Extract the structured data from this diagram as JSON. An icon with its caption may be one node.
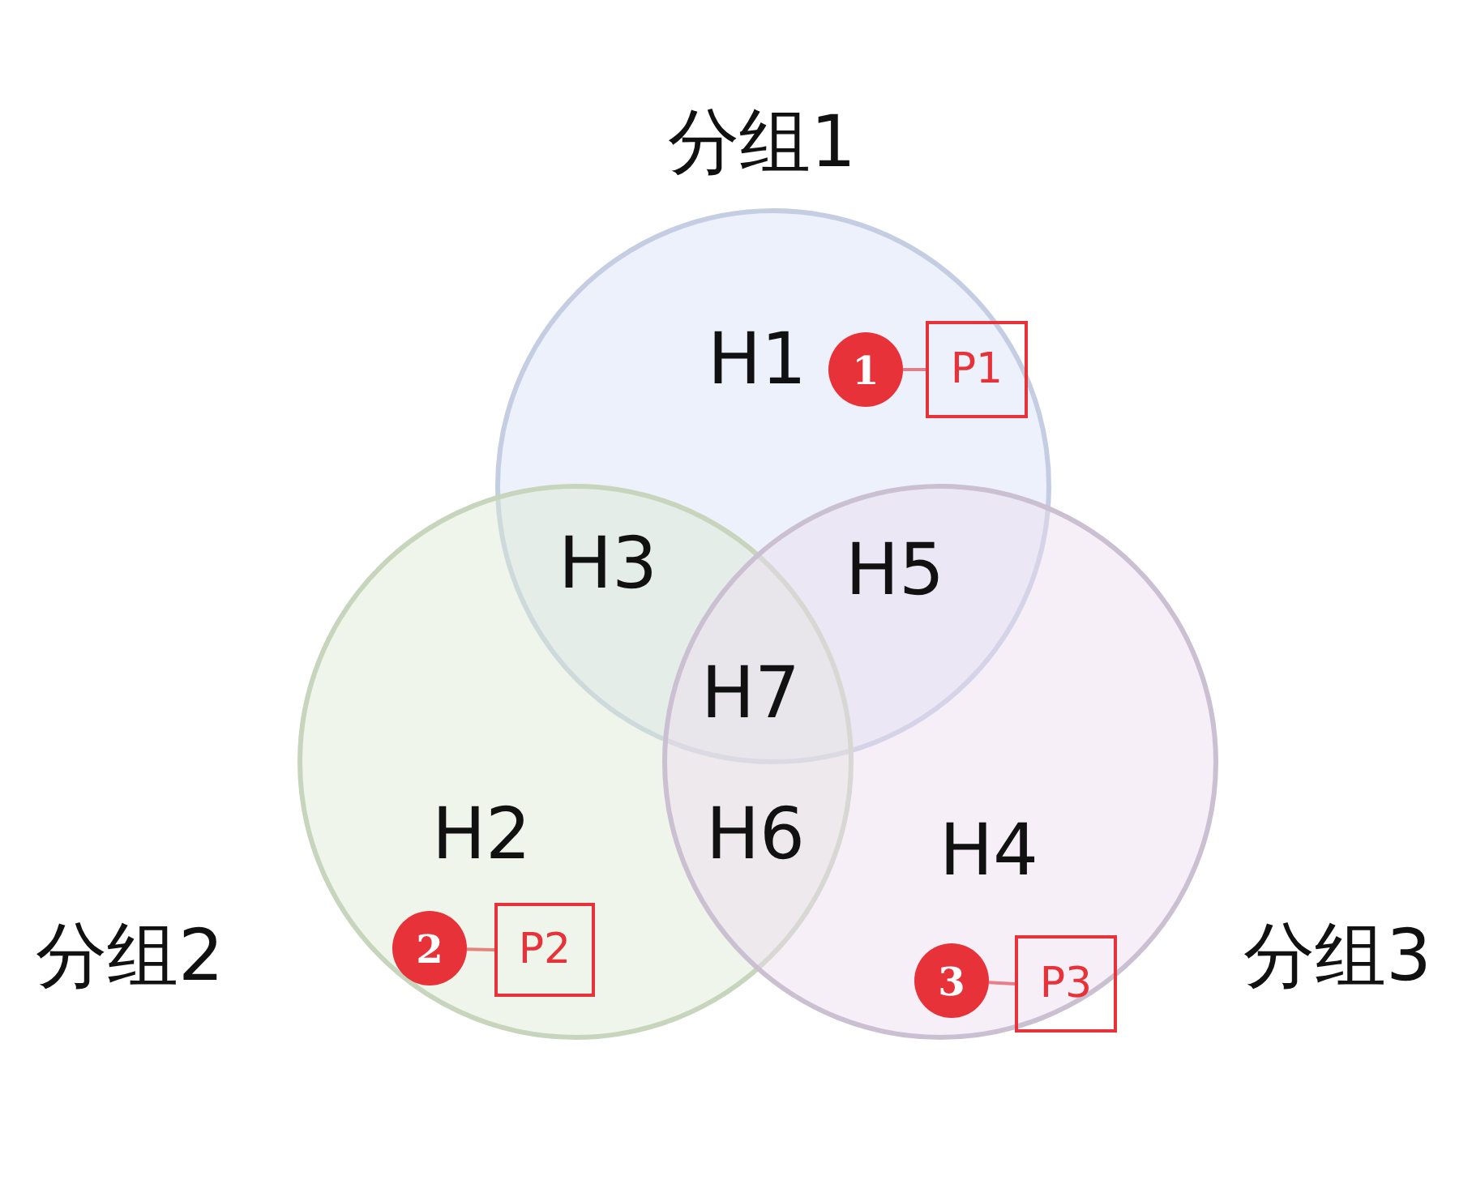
{
  "diagram": {
    "nodes": [
      {
        "text": [
          "分组1"
        ]
      },
      {
        "text": [
          "分组2"
        ]
      },
      {
        "text": [
          "分组3"
        ]
      },
      {
        "text": [
          "1"
        ],
        "in": 0
      },
      {
        "text": [
          "P1"
        ],
        "in": 0
      },
      {
        "text": [
          "2"
        ],
        "in": 1
      },
      {
        "text": [
          "P2"
        ],
        "in": 1
      },
      {
        "text": [
          "3"
        ],
        "in": 2
      },
      {
        "text": [
          "P3"
        ],
        "in": 2
      }
    ],
    "edges": [
      {
        "from": 3,
        "to": 4,
        "arrow": "none"
      },
      {
        "from": 5,
        "to": 6,
        "arrow": "none"
      },
      {
        "from": 7,
        "to": 8,
        "arrow": "none"
      }
    ],
    "labels": [
      "H1",
      "H3",
      "H5",
      "H7",
      "H2",
      "H6",
      "H4"
    ]
  }
}
